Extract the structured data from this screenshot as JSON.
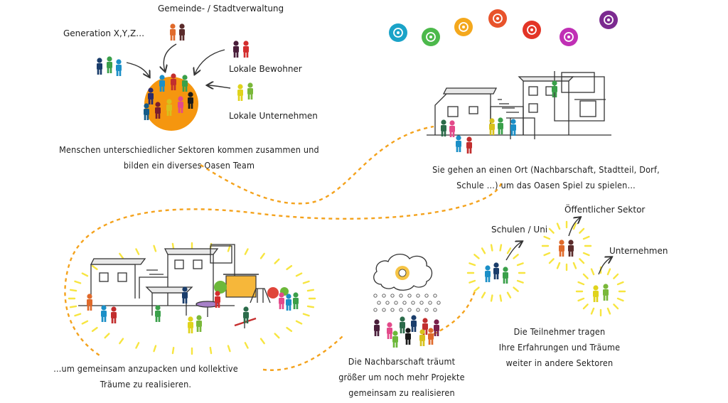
{
  "labels": {
    "municipality": "Gemeinde- / Stadtverwaltung",
    "generations": "Generation X,Y,Z…",
    "residents": "Lokale Bewohner",
    "local_business": "Lokale Unternehmen",
    "public_sector": "Öffentlicher Sektor",
    "schools": "Schulen / Uni",
    "companies": "Unternehmen"
  },
  "captions": {
    "team_1": "Menschen unterschiedlicher Sektoren kommen zusammen und",
    "team_2": "bilden ein diverses Oasen Team",
    "place_1": "Sie gehen an einen Ort (Nachbarschaft, Stadtteil, Dorf,",
    "place_2": "Schule …) um das Oasen Spiel zu spielen…",
    "action_1": "…um gemeinsam anzupacken und kollektive",
    "action_2": "Träume zu realisieren.",
    "dream_1": "Die Nachbarschaft träumt",
    "dream_2": "größer um noch mehr Projekte",
    "dream_3": "gemeinsam zu realisieren",
    "carry_1": "Die Teilnehmer tragen",
    "carry_2": "Ihre Erfahrungen und Träume",
    "carry_3": "weiter in andere Sektoren"
  },
  "icons": [
    {
      "name": "eye-icon",
      "color": "#1aa3c8"
    },
    {
      "name": "hug-icon",
      "color": "#4cb94b"
    },
    {
      "name": "sun-icon",
      "color": "#f4a81d"
    },
    {
      "name": "heart-hands-icon",
      "color": "#e8532b"
    },
    {
      "name": "hand-icon",
      "color": "#e33426"
    },
    {
      "name": "people-icon",
      "color": "#c02fb5"
    },
    {
      "name": "cycle-icon",
      "color": "#7b2a90"
    }
  ],
  "colors": {
    "path": "#f4a21c",
    "orange_blob": "#f5960f",
    "glow": "#f7e540"
  }
}
